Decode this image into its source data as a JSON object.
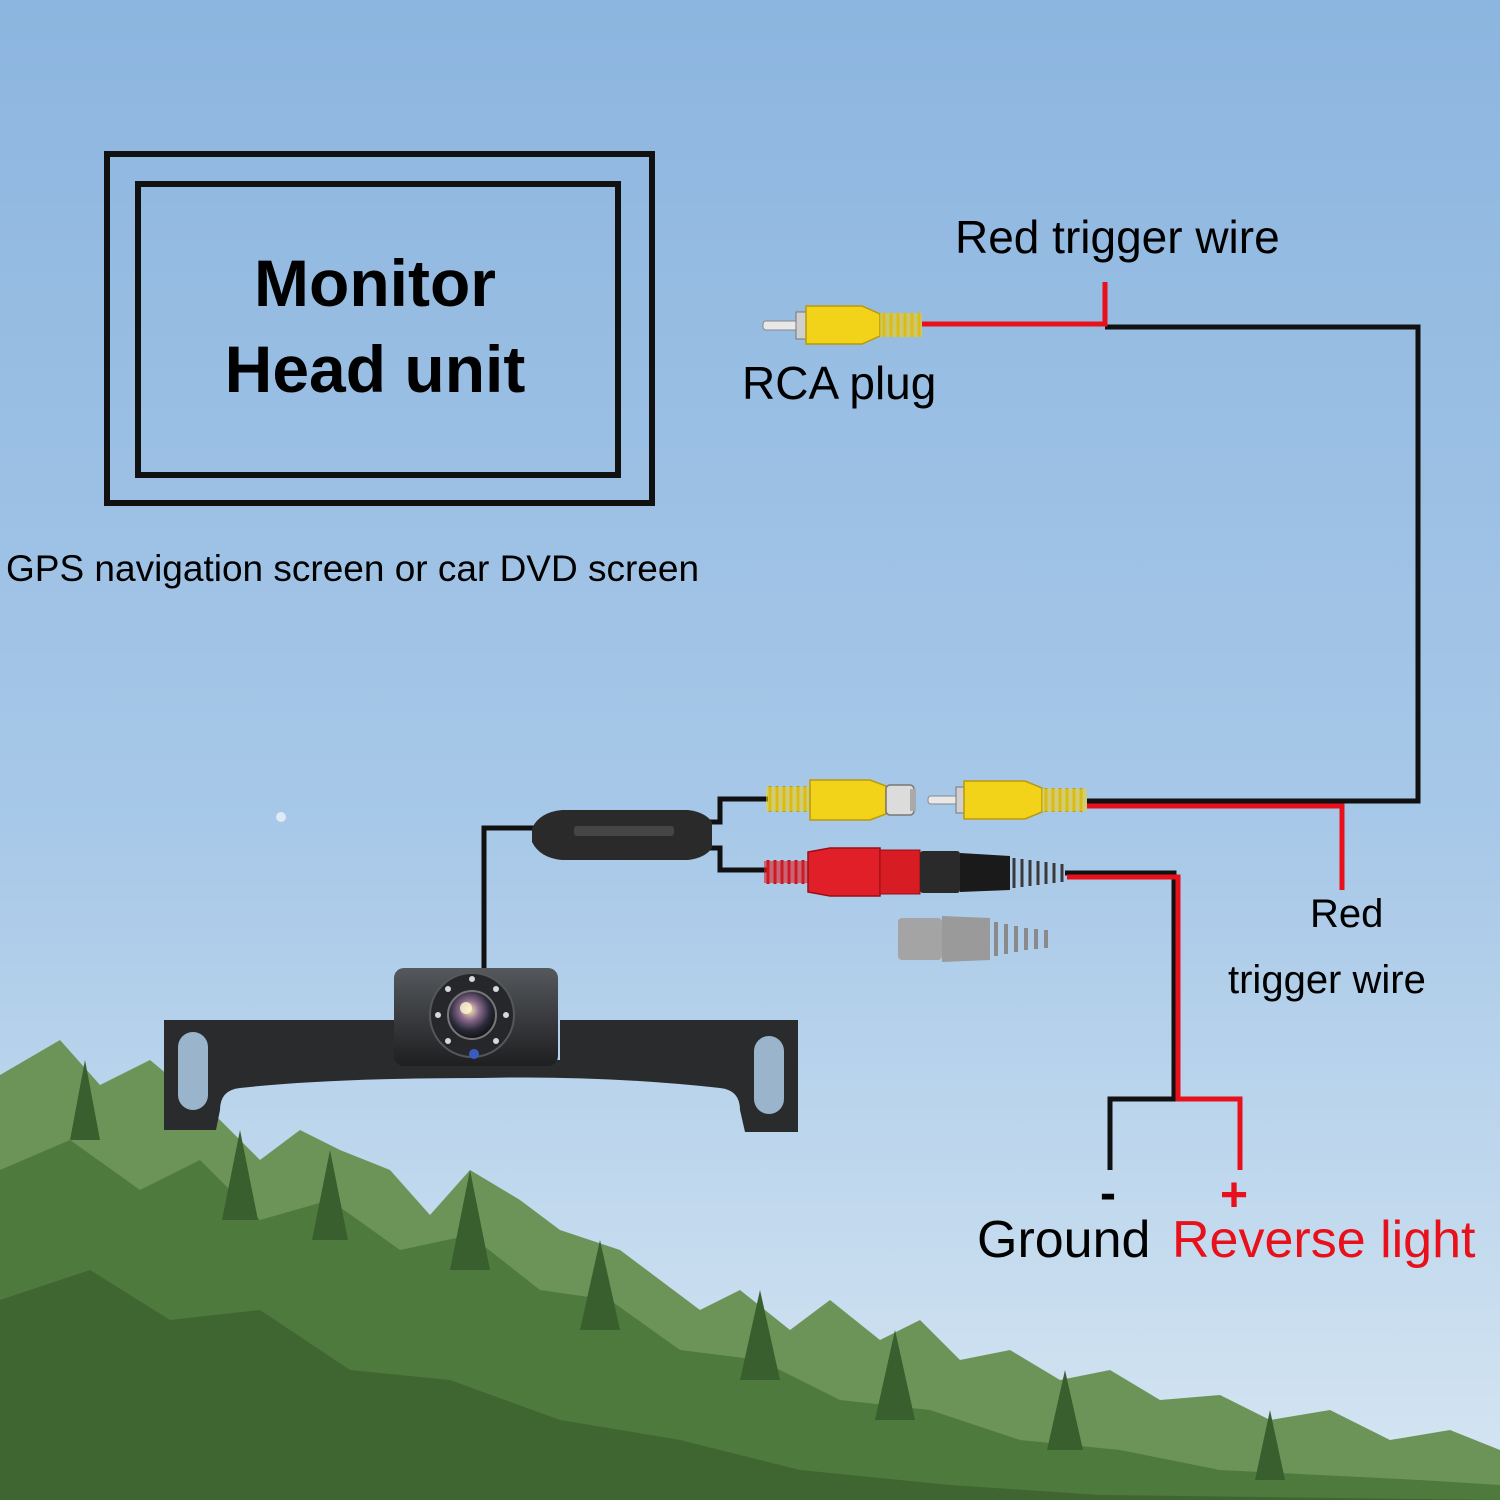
{
  "monitor": {
    "line1": "Monitor",
    "line2": "Head unit",
    "caption": "GPS navigation screen or car DVD screen"
  },
  "labels": {
    "red_trigger_top": "Red trigger wire",
    "rca_plug": "RCA plug",
    "red_trigger_right_line1": "Red",
    "red_trigger_right_line2": "trigger wire",
    "minus": "-",
    "plus": "+",
    "ground": "Ground",
    "reverse_light": "Reverse light"
  },
  "colors": {
    "wire_black": "#111111",
    "wire_red": "#e8101a",
    "rca_yellow": "#f3d21a",
    "power_red": "#e01f28",
    "reverse_text": "#e8101a",
    "sky_top": "#8fb7e0",
    "sky_bottom": "#cfe2f2",
    "forest": "#5f8a4a"
  },
  "icons": [
    "rca-plug-icon",
    "camera-icon",
    "power-connector-icon"
  ]
}
